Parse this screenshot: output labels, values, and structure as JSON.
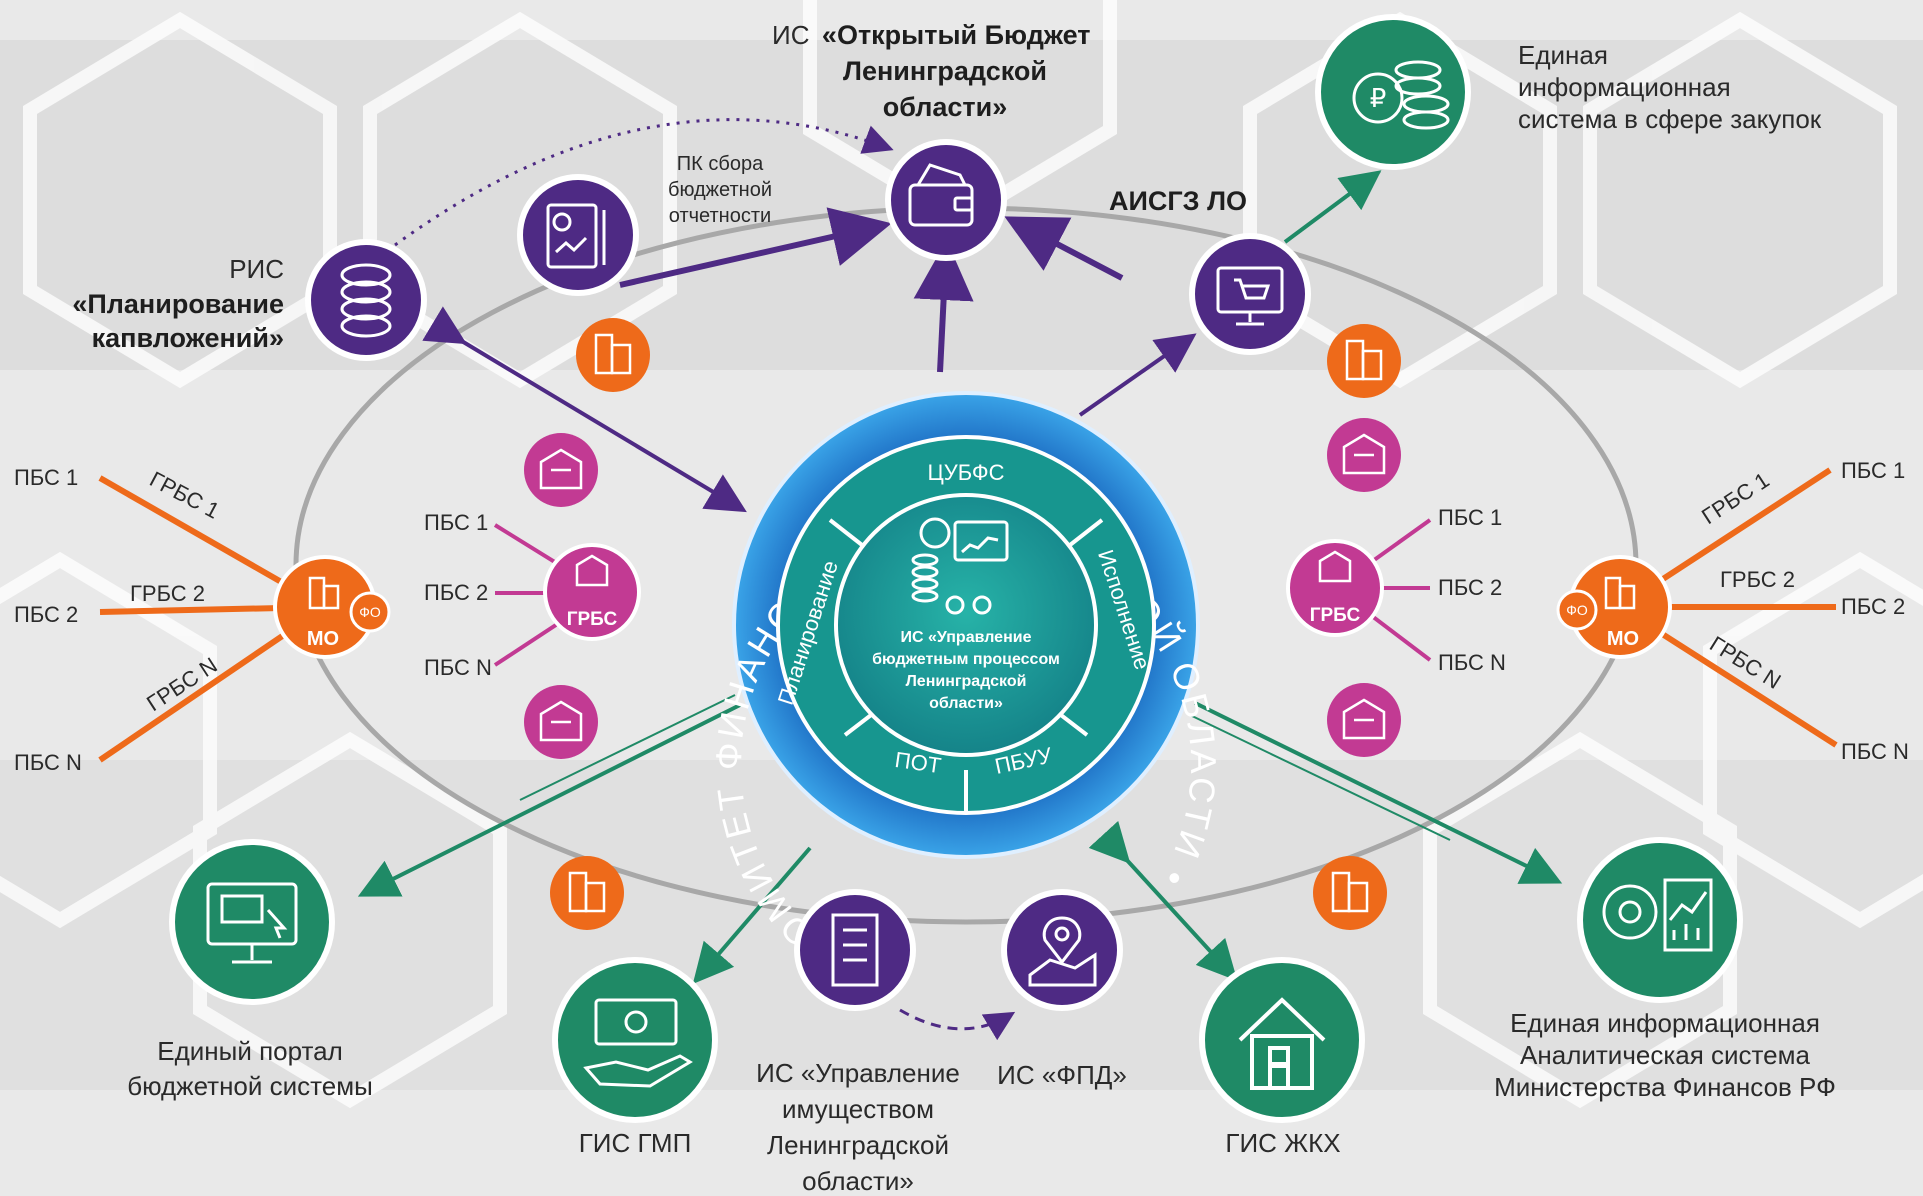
{
  "top_system": {
    "prefix": "ИС",
    "name_lines": [
      "«Открытый Бюджет",
      "Ленинградской",
      "области»"
    ]
  },
  "ris": {
    "line1": "РИС",
    "line2": "«Планирование",
    "line3": "капвложений»"
  },
  "pk_sbora": [
    "ПК сбора",
    "бюджетной",
    "отчетности"
  ],
  "aisgz": "АИСГЗ ЛО",
  "eis": [
    "Единая",
    "информационная",
    "система в сфере закупок"
  ],
  "ring": {
    "text": "КОМИТЕТ ФИНАНСОВ ЛЕНИНГРАДСКОЙ ОБЛАСТИ •",
    "segments": {
      "top": "ЦУБФС",
      "left": "Планирование",
      "right": "Исполнение",
      "bottom_left": "ПОТ",
      "bottom_right": "ПБУУ"
    },
    "core_lines": [
      "ИС «Управление",
      "бюджетным процессом",
      "Ленинградской",
      "области»"
    ]
  },
  "left_grbs": {
    "badge": "ГРБС",
    "pbs": [
      "ПБС 1",
      "ПБС 2",
      "ПБС N"
    ]
  },
  "right_grbs": {
    "badge": "ГРБС",
    "pbs": [
      "ПБС 1",
      "ПБС 2",
      "ПБС N"
    ]
  },
  "left_mo": {
    "badge": "МО",
    "fo": "ФО",
    "grbs": [
      "ГРБС 1",
      "ГРБС 2",
      "ГРБС N"
    ],
    "pbs": [
      "ПБС 1",
      "ПБС 2",
      "ПБС N"
    ]
  },
  "right_mo": {
    "badge": "МО",
    "fo": "ФО",
    "grbs": [
      "ГРБС 1",
      "ГРБС 2",
      "ГРБС N"
    ],
    "pbs": [
      "ПБС 1",
      "ПБС 2",
      "ПБС N"
    ]
  },
  "portal": [
    "Единый портал",
    "бюджетной системы"
  ],
  "gis_gmp": "ГИС ГМП",
  "is_imush": [
    "ИС «Управление",
    "имуществом",
    "Ленинградской",
    "области»"
  ],
  "is_fpd": "ИС «ФПД»",
  "gis_zhkh": "ГИС ЖКХ",
  "minfin": [
    "Единая информационная",
    "Аналитическая система",
    "Министерства Финансов РФ"
  ],
  "colors": {
    "purple": "#4e2a84",
    "green": "#1f8a66",
    "orange": "#ee6a1a",
    "magenta": "#c23a93",
    "teal": "#1a9f9a",
    "ring_blue": "#2f8ad8"
  }
}
